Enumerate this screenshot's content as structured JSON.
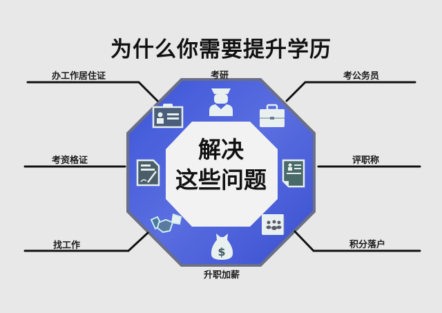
{
  "title": "为什么你需要提升学历",
  "center": {
    "line1": "解决",
    "line2": "这些问题"
  },
  "items": [
    {
      "label": "考研",
      "icon": "graduate-icon",
      "position": "top"
    },
    {
      "label": "考公务员",
      "icon": "briefcase-icon",
      "position": "top-right"
    },
    {
      "label": "评职称",
      "icon": "certificate-icon",
      "position": "right"
    },
    {
      "label": "积分落户",
      "icon": "household-register-icon",
      "position": "bottom-right"
    },
    {
      "label": "升职加薪",
      "icon": "money-bag-icon",
      "position": "bottom"
    },
    {
      "label": "找工作",
      "icon": "handshake-icon",
      "position": "bottom-left"
    },
    {
      "label": "考资格证",
      "icon": "document-sign-icon",
      "position": "left"
    },
    {
      "label": "办工作居住证",
      "icon": "id-card-icon",
      "position": "top-left"
    }
  ],
  "colors": {
    "background": "#e8e8e8",
    "octagon_blue": "#4a5fd6",
    "octagon_border": "#6a6f86",
    "center_fill": "#f2f2f2",
    "icon_fill": "#e8f0f0",
    "icon_dark": "#3e6470",
    "line": "#111111"
  }
}
